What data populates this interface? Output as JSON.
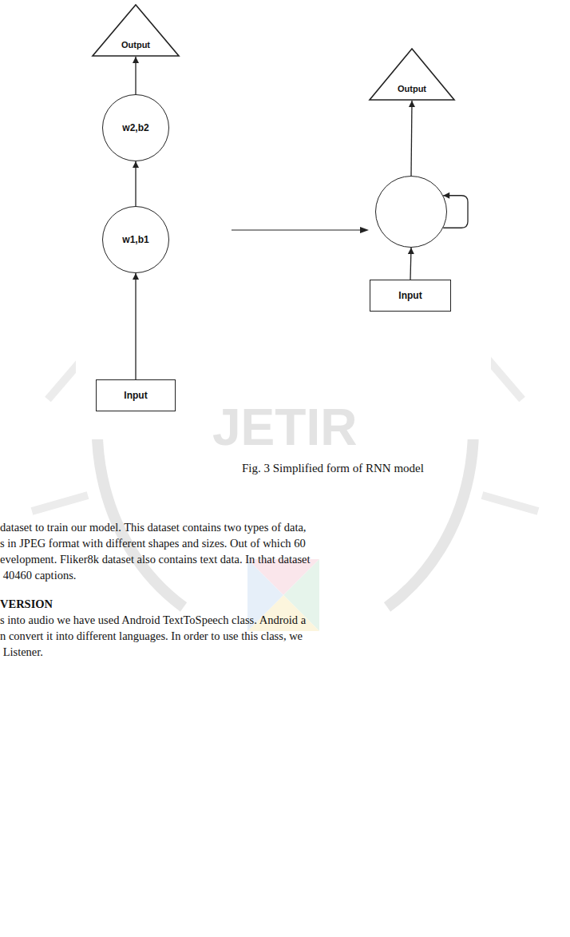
{
  "diagram": {
    "caption": "Fig. 3 Simplified form of RNN model",
    "nodes": [
      {
        "text": [
          "Output"
        ]
      },
      {
        "text": [
          "w2,b2"
        ]
      },
      {
        "text": [
          "w1,b1"
        ]
      },
      {
        "text": [
          "Input"
        ]
      },
      {
        "text": [
          "Output"
        ]
      },
      {
        "text": []
      },
      {
        "text": [
          "Input"
        ]
      }
    ],
    "edges": [
      {
        "from": 3,
        "to": 2,
        "arrow": "to"
      },
      {
        "from": 2,
        "to": 1,
        "arrow": "to"
      },
      {
        "from": 1,
        "to": 0,
        "arrow": "to"
      },
      {
        "from": 6,
        "to": 5,
        "arrow": "to"
      },
      {
        "from": 5,
        "to": 4,
        "arrow": "to"
      },
      {
        "from": 5,
        "to": 5,
        "arrow": "to"
      }
    ],
    "labels": [
      "JETIR",
      "dataset to train our model. This dataset contains two types of data,",
      "s in JPEG format with different shapes and sizes. Out of which 60",
      "evelopment. Fliker8k dataset also contains text data. In that dataset",
      " 40460 captions.",
      "VERSION",
      "s into audio we have used Android TextToSpeech class. Android a",
      "n convert it into different languages. In order to use this class, we",
      " Listener."
    ]
  }
}
